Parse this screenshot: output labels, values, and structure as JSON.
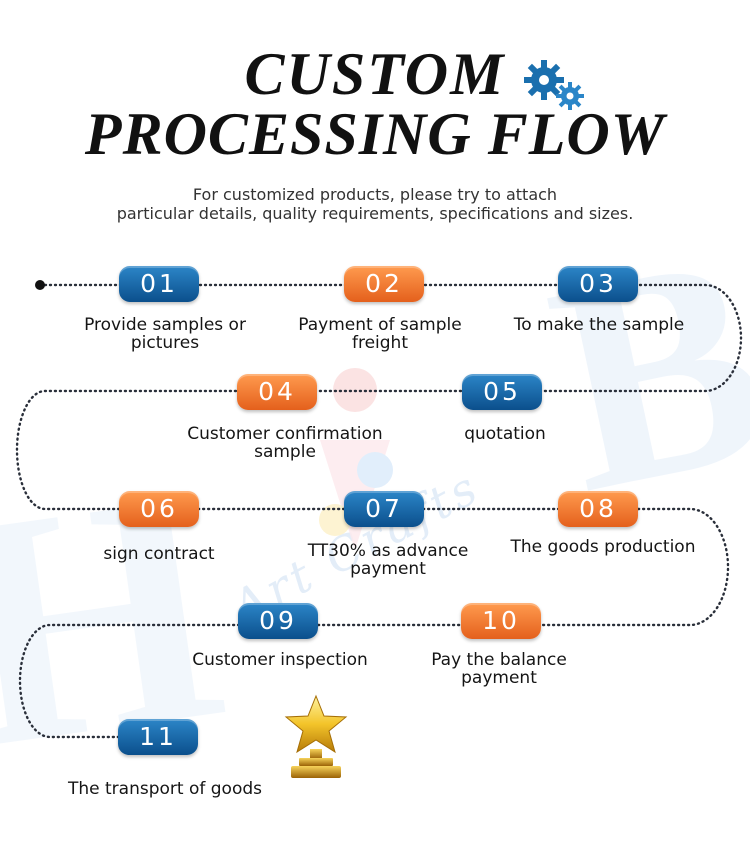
{
  "title": {
    "line1": "CUSTOM",
    "line2": "PROCESSING FLOW"
  },
  "subtitle": {
    "line1": "For customized products, please try to attach",
    "line2": "particular details, quality requirements, specifications and sizes."
  },
  "steps": [
    {
      "number": "01",
      "label": "Provide samples or pictures",
      "color": "#1565b0"
    },
    {
      "number": "02",
      "label": "Payment of sample freight",
      "color": "#f07a30"
    },
    {
      "number": "03",
      "label": "To make the sample",
      "color": "#1565b0"
    },
    {
      "number": "04",
      "label": "Customer confirmation sample",
      "color": "#f07a30"
    },
    {
      "number": "05",
      "label": "quotation",
      "color": "#1565b0"
    },
    {
      "number": "06",
      "label": "sign contract",
      "color": "#f07a30"
    },
    {
      "number": "07",
      "label": "TT30% as advance payment",
      "color": "#1565b0"
    },
    {
      "number": "08",
      "label": "The goods production",
      "color": "#f07a30"
    },
    {
      "number": "09",
      "label": "Customer inspection",
      "color": "#1565b0"
    },
    {
      "number": "10",
      "label": "Pay the balance payment",
      "color": "#f07a30"
    },
    {
      "number": "11",
      "label": "The transport of goods",
      "color": "#1565b0"
    }
  ],
  "icons": {
    "header": "gears-icon",
    "end": "trophy-star-icon"
  },
  "colors": {
    "blue": "#1565b0",
    "orange": "#f07a30",
    "path": "#2a2f3a"
  }
}
